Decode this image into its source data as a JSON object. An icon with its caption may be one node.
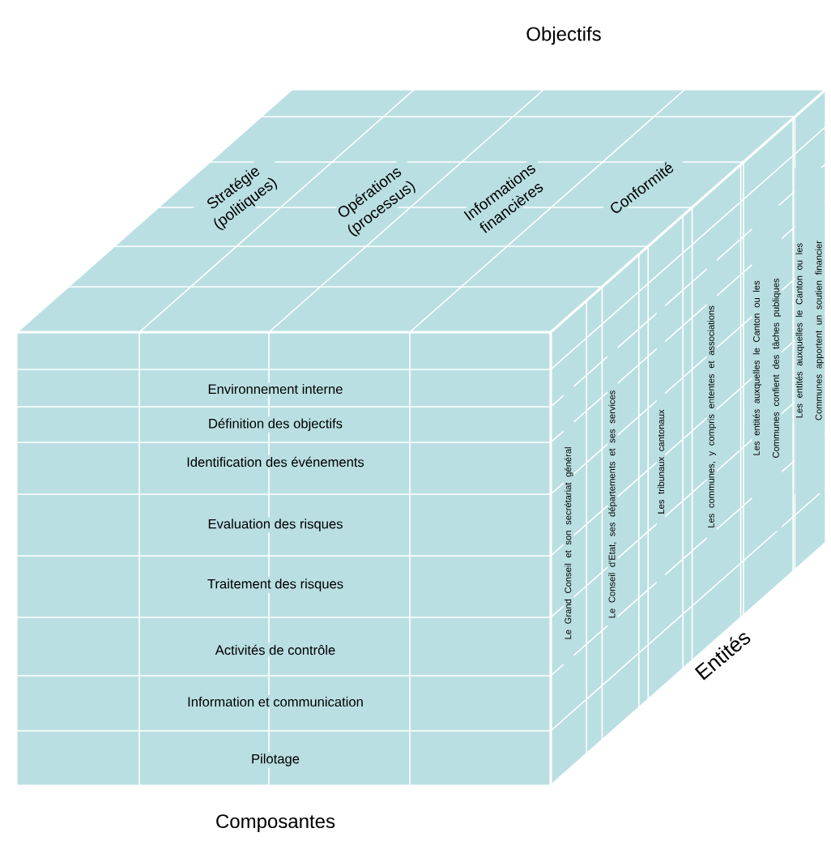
{
  "diagram": {
    "labels": [
      "Objectifs",
      "Stratégie (politiques)",
      "Opérations (processus)",
      "Informations financières",
      "Conformité",
      "Environnement interne",
      "Définition des objectifs",
      "Identification des événements",
      "Evaluation des risques",
      "Traitement des risques",
      "Activités de contrôle",
      "Information et communication",
      "Pilotage",
      "Le Grand Conseil et son secrétariat général",
      "Le Conseil d'Etat, ses départements et ses services",
      "Les tribunaux cantonaux",
      "Les communes, y compris ententes et associations",
      "Les entités auxquelles le Canton ou les Communes confient des tâches publiques",
      "Les entités auxquelles le Canton ou les Communes apportent un soutien financier",
      "Entités",
      "Composantes"
    ]
  }
}
